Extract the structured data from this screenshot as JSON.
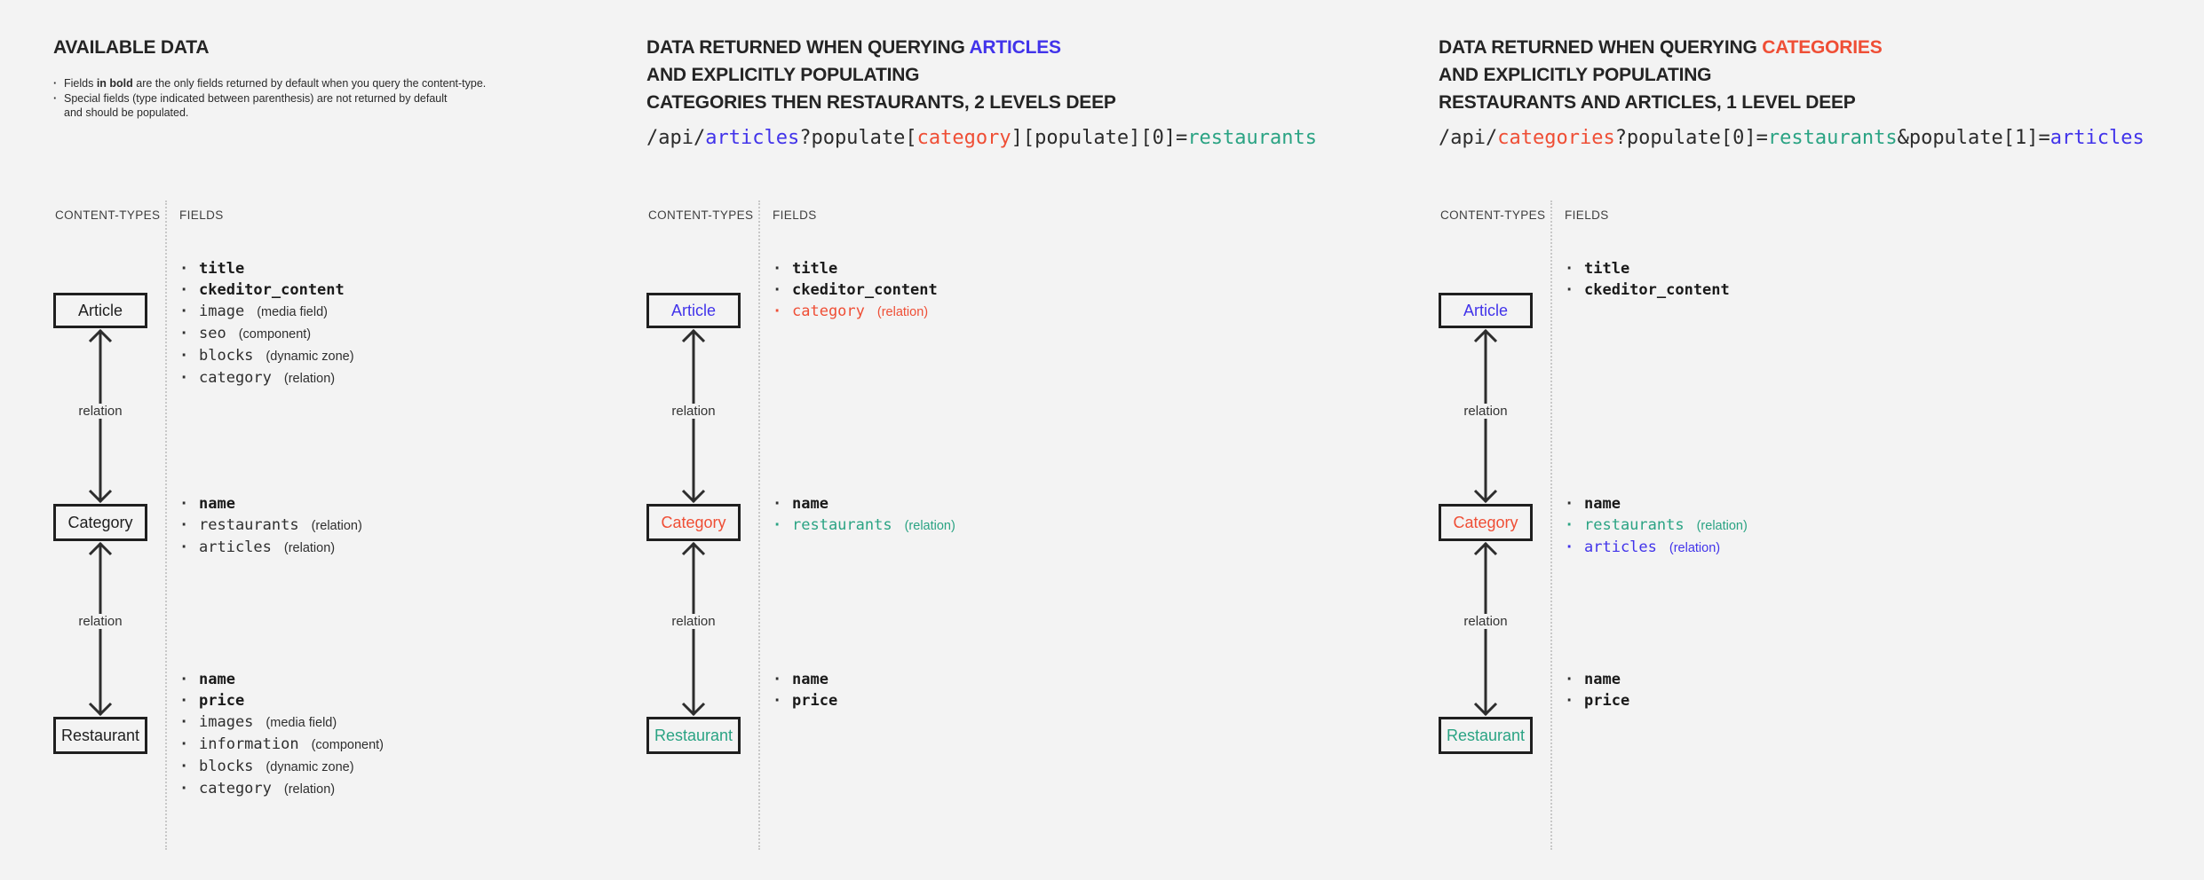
{
  "colors": {
    "blue": "#4133ea",
    "red": "#ef4e35",
    "green": "#2aa383",
    "dark": "#2b2b2b"
  },
  "diagram": {
    "content_types_label": "CONTENT-TYPES",
    "fields_label": "FIELDS",
    "relation_label": "relation"
  },
  "panels": [
    {
      "title": "AVAILABLE DATA",
      "notes": [
        {
          "segments": [
            {
              "text": "Fields "
            },
            {
              "text": "in bold",
              "bold": true
            },
            {
              "text": " are the only fields returned by default when you query the content-type."
            }
          ]
        },
        {
          "segments": [
            {
              "text": "Special fields (type indicated between parenthesis) are not returned by default\nand should be populated."
            }
          ]
        }
      ],
      "boxes": [
        {
          "label": "Article",
          "color": "#1f1f1f"
        },
        {
          "label": "Category",
          "color": "#1f1f1f"
        },
        {
          "label": "Restaurant",
          "color": "#1f1f1f"
        }
      ],
      "article_fields": [
        {
          "name": "title",
          "bold": true
        },
        {
          "name": "ckeditor_content",
          "bold": true
        },
        {
          "name": "image",
          "type": "(media field)"
        },
        {
          "name": "seo",
          "type": "(component)"
        },
        {
          "name": "blocks",
          "type": "(dynamic zone)"
        },
        {
          "name": "category",
          "type": "(relation)"
        }
      ],
      "category_fields": [
        {
          "name": "name",
          "bold": true
        },
        {
          "name": "restaurants",
          "type": "(relation)"
        },
        {
          "name": "articles",
          "type": "(relation)"
        }
      ],
      "restaurant_fields": [
        {
          "name": "name",
          "bold": true
        },
        {
          "name": "price",
          "bold": true
        },
        {
          "name": "images",
          "type": "(media field)"
        },
        {
          "name": "information",
          "type": "(component)"
        },
        {
          "name": "blocks",
          "type": "(dynamic zone)"
        },
        {
          "name": "category",
          "type": "(relation)"
        }
      ]
    },
    {
      "heading": {
        "l1_prefix": "DATA RETURNED WHEN QUERYING ",
        "l1_accent": "ARTICLES",
        "l1_accent_color": "#4133ea",
        "l2": "AND EXPLICITLY POPULATING",
        "l3": "CATEGORIES THEN RESTAURANTS, 2 LEVELS DEEP"
      },
      "code": [
        {
          "text": "/api/",
          "color": "#2b2b2b"
        },
        {
          "text": "articles",
          "color": "#4133ea"
        },
        {
          "text": "?populate[",
          "color": "#2b2b2b"
        },
        {
          "text": "category",
          "color": "#ef4e35"
        },
        {
          "text": "][populate][0]=",
          "color": "#2b2b2b"
        },
        {
          "text": "restaurants",
          "color": "#2aa383"
        }
      ],
      "boxes": [
        {
          "label": "Article",
          "color": "#4133ea"
        },
        {
          "label": "Category",
          "color": "#ef4e35"
        },
        {
          "label": "Restaurant",
          "color": "#2aa383"
        }
      ],
      "article_fields": [
        {
          "name": "title",
          "bold": true
        },
        {
          "name": "ckeditor_content",
          "bold": true
        },
        {
          "name": "category",
          "type": "(relation)",
          "color": "#ef4e35"
        }
      ],
      "category_fields": [
        {
          "name": "name",
          "bold": true
        },
        {
          "name": "restaurants",
          "type": "(relation)",
          "color": "#2aa383"
        }
      ],
      "restaurant_fields": [
        {
          "name": "name",
          "bold": true
        },
        {
          "name": "price",
          "bold": true
        }
      ]
    },
    {
      "heading": {
        "l1_prefix": "DATA RETURNED WHEN QUERYING ",
        "l1_accent": "CATEGORIES",
        "l1_accent_color": "#ef4e35",
        "l2": "AND EXPLICITLY POPULATING",
        "l3": "RESTAURANTS AND ARTICLES, 1 LEVEL DEEP"
      },
      "code": [
        {
          "text": "/api/",
          "color": "#2b2b2b"
        },
        {
          "text": "categories",
          "color": "#ef4e35"
        },
        {
          "text": "?populate[0]=",
          "color": "#2b2b2b"
        },
        {
          "text": "restaurants",
          "color": "#2aa383"
        },
        {
          "text": "&populate[1]=",
          "color": "#2b2b2b"
        },
        {
          "text": "articles",
          "color": "#4133ea"
        }
      ],
      "boxes": [
        {
          "label": "Article",
          "color": "#4133ea"
        },
        {
          "label": "Category",
          "color": "#ef4e35"
        },
        {
          "label": "Restaurant",
          "color": "#2aa383"
        }
      ],
      "article_fields": [
        {
          "name": "title",
          "bold": true
        },
        {
          "name": "ckeditor_content",
          "bold": true
        }
      ],
      "category_fields": [
        {
          "name": "name",
          "bold": true
        },
        {
          "name": "restaurants",
          "type": "(relation)",
          "color": "#2aa383"
        },
        {
          "name": "articles",
          "type": "(relation)",
          "color": "#4133ea"
        }
      ],
      "restaurant_fields": [
        {
          "name": "name",
          "bold": true
        },
        {
          "name": "price",
          "bold": true
        }
      ]
    }
  ]
}
